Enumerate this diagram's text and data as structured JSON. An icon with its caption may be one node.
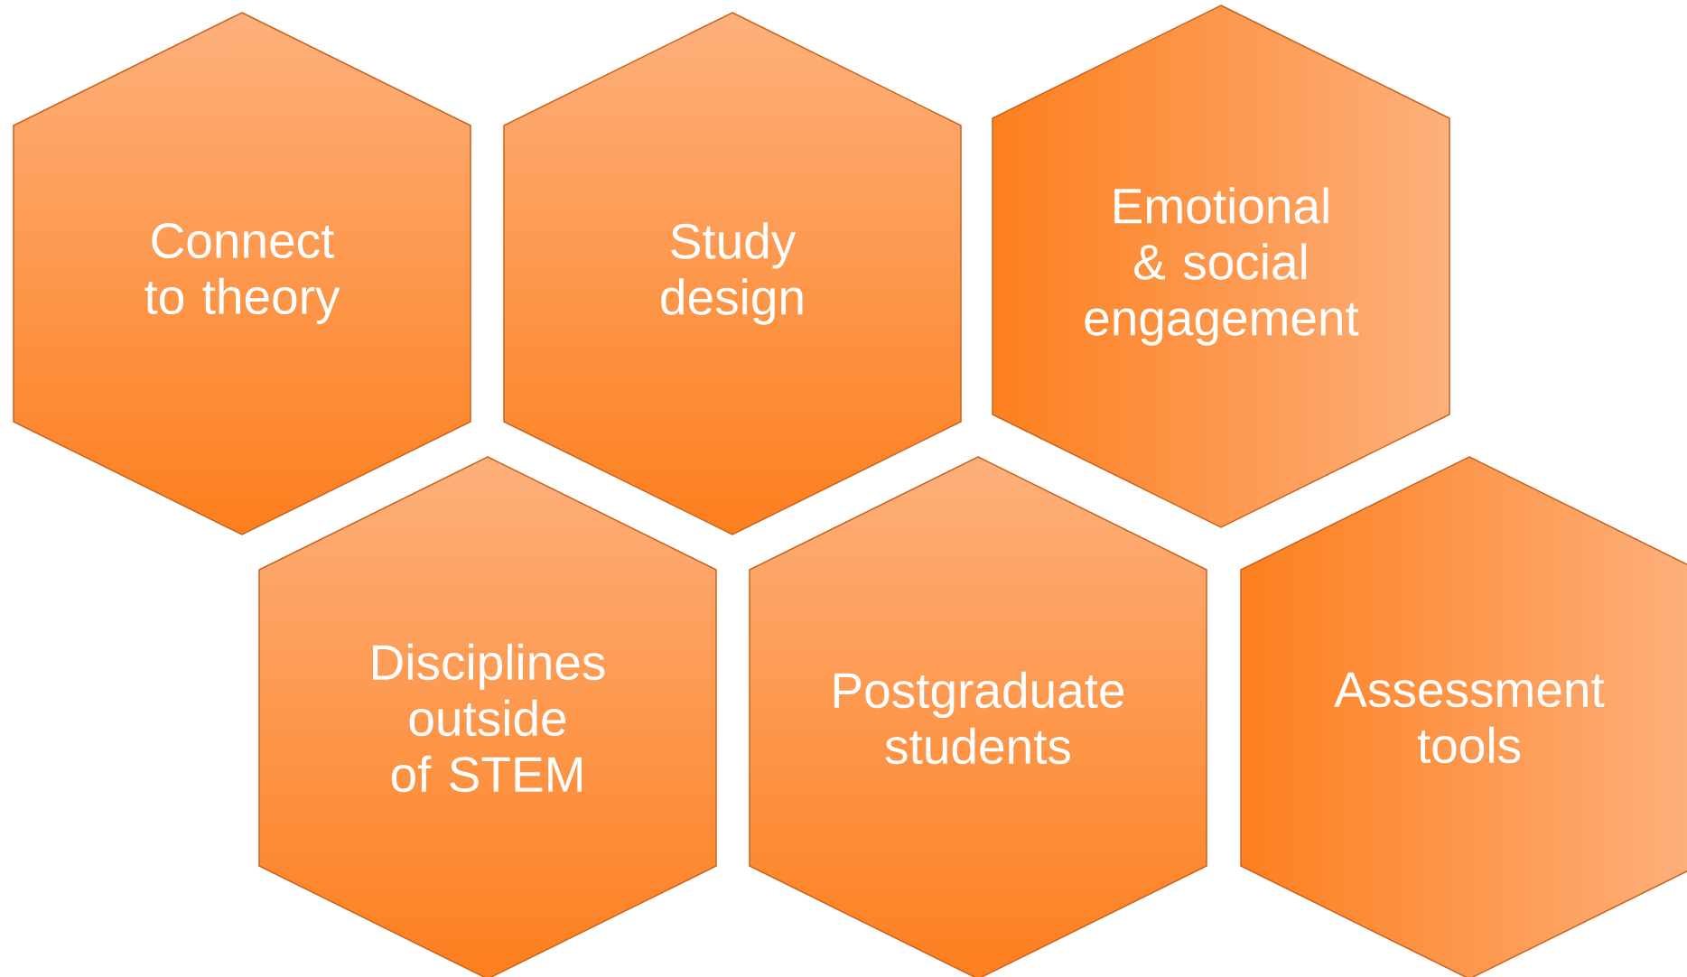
{
  "diagram": {
    "nodes": [
      {
        "text": [
          "Connect to theory"
        ]
      },
      {
        "text": [
          "Study design"
        ]
      },
      {
        "text": [
          "Emotional & social engagement"
        ]
      },
      {
        "text": [
          "Disciplines outside of STEM"
        ]
      },
      {
        "text": [
          "Postgraduate students"
        ]
      },
      {
        "text": [
          "Assessment tools"
        ]
      }
    ]
  }
}
